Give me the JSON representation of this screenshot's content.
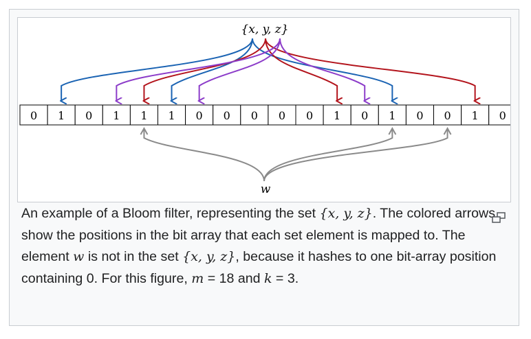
{
  "diagram": {
    "set_label": "{x, y, z}",
    "element_label": "w",
    "bits": [
      0,
      1,
      0,
      1,
      1,
      1,
      0,
      0,
      0,
      0,
      0,
      1,
      0,
      1,
      0,
      0,
      1,
      0
    ],
    "mappings": [
      {
        "element": "x",
        "color": "#1a63b3",
        "positions": [
          1,
          5,
          13
        ]
      },
      {
        "element": "y",
        "color": "#b3141c",
        "positions": [
          4,
          11,
          16
        ]
      },
      {
        "element": "z",
        "color": "#8c3cc9",
        "positions": [
          3,
          6,
          12
        ]
      },
      {
        "element": "w",
        "color": "#8a8a8a",
        "positions": [
          4,
          13,
          15
        ]
      }
    ]
  },
  "caption": {
    "p1": "An example of a Bloom filter, representing the set ",
    "set_math": "{x, y, z}",
    "p2": ". The colored arrows show the positions in the bit array that each set element is mapped to. The element ",
    "w_math": "w",
    "p3": " is not in the set ",
    "set_math2": "{x, y, z}",
    "p4": ", because it hashes to one bit-array position containing 0. For this figure, ",
    "m_var": "m",
    "m_eq": " = 18 and ",
    "k_var": "k",
    "k_eq": " = 3."
  },
  "icons": {
    "enlarge": "enlarge-icon"
  }
}
